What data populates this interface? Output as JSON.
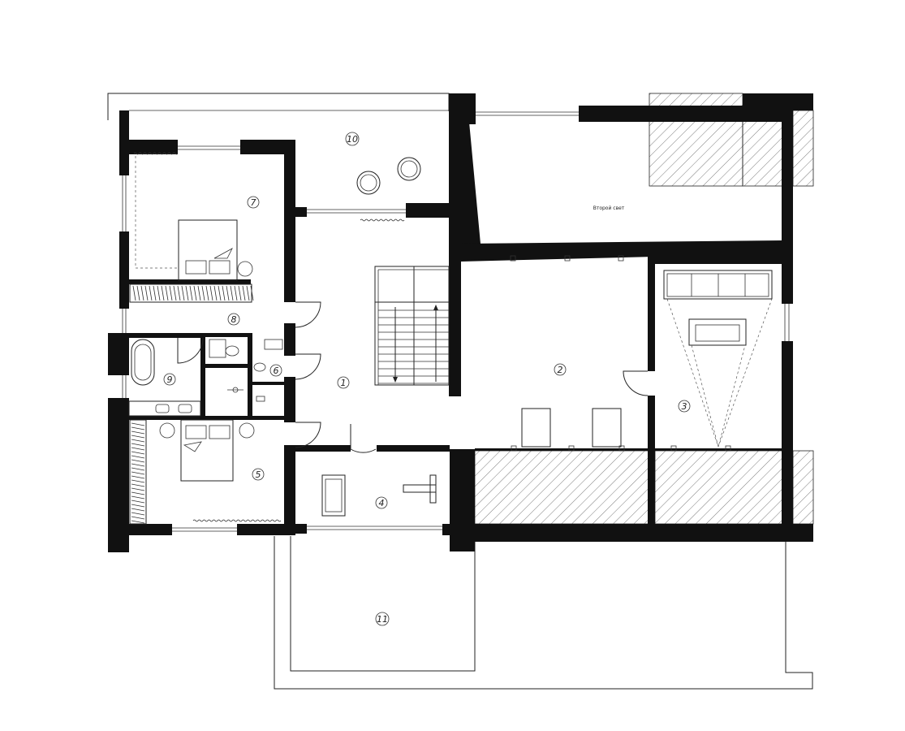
{
  "plan": {
    "rooms": [
      {
        "id": "1",
        "label": "1"
      },
      {
        "id": "2",
        "label": "2"
      },
      {
        "id": "3",
        "label": "3"
      },
      {
        "id": "4",
        "label": "4"
      },
      {
        "id": "5",
        "label": "5"
      },
      {
        "id": "6",
        "label": "6"
      },
      {
        "id": "7",
        "label": "7"
      },
      {
        "id": "8",
        "label": "8"
      },
      {
        "id": "9",
        "label": "9"
      },
      {
        "id": "10",
        "label": "10"
      },
      {
        "id": "11",
        "label": "11"
      }
    ],
    "void_note": "Второй свет"
  },
  "colors": {
    "wall": "#111111",
    "line": "#222222",
    "background": "#ffffff"
  }
}
